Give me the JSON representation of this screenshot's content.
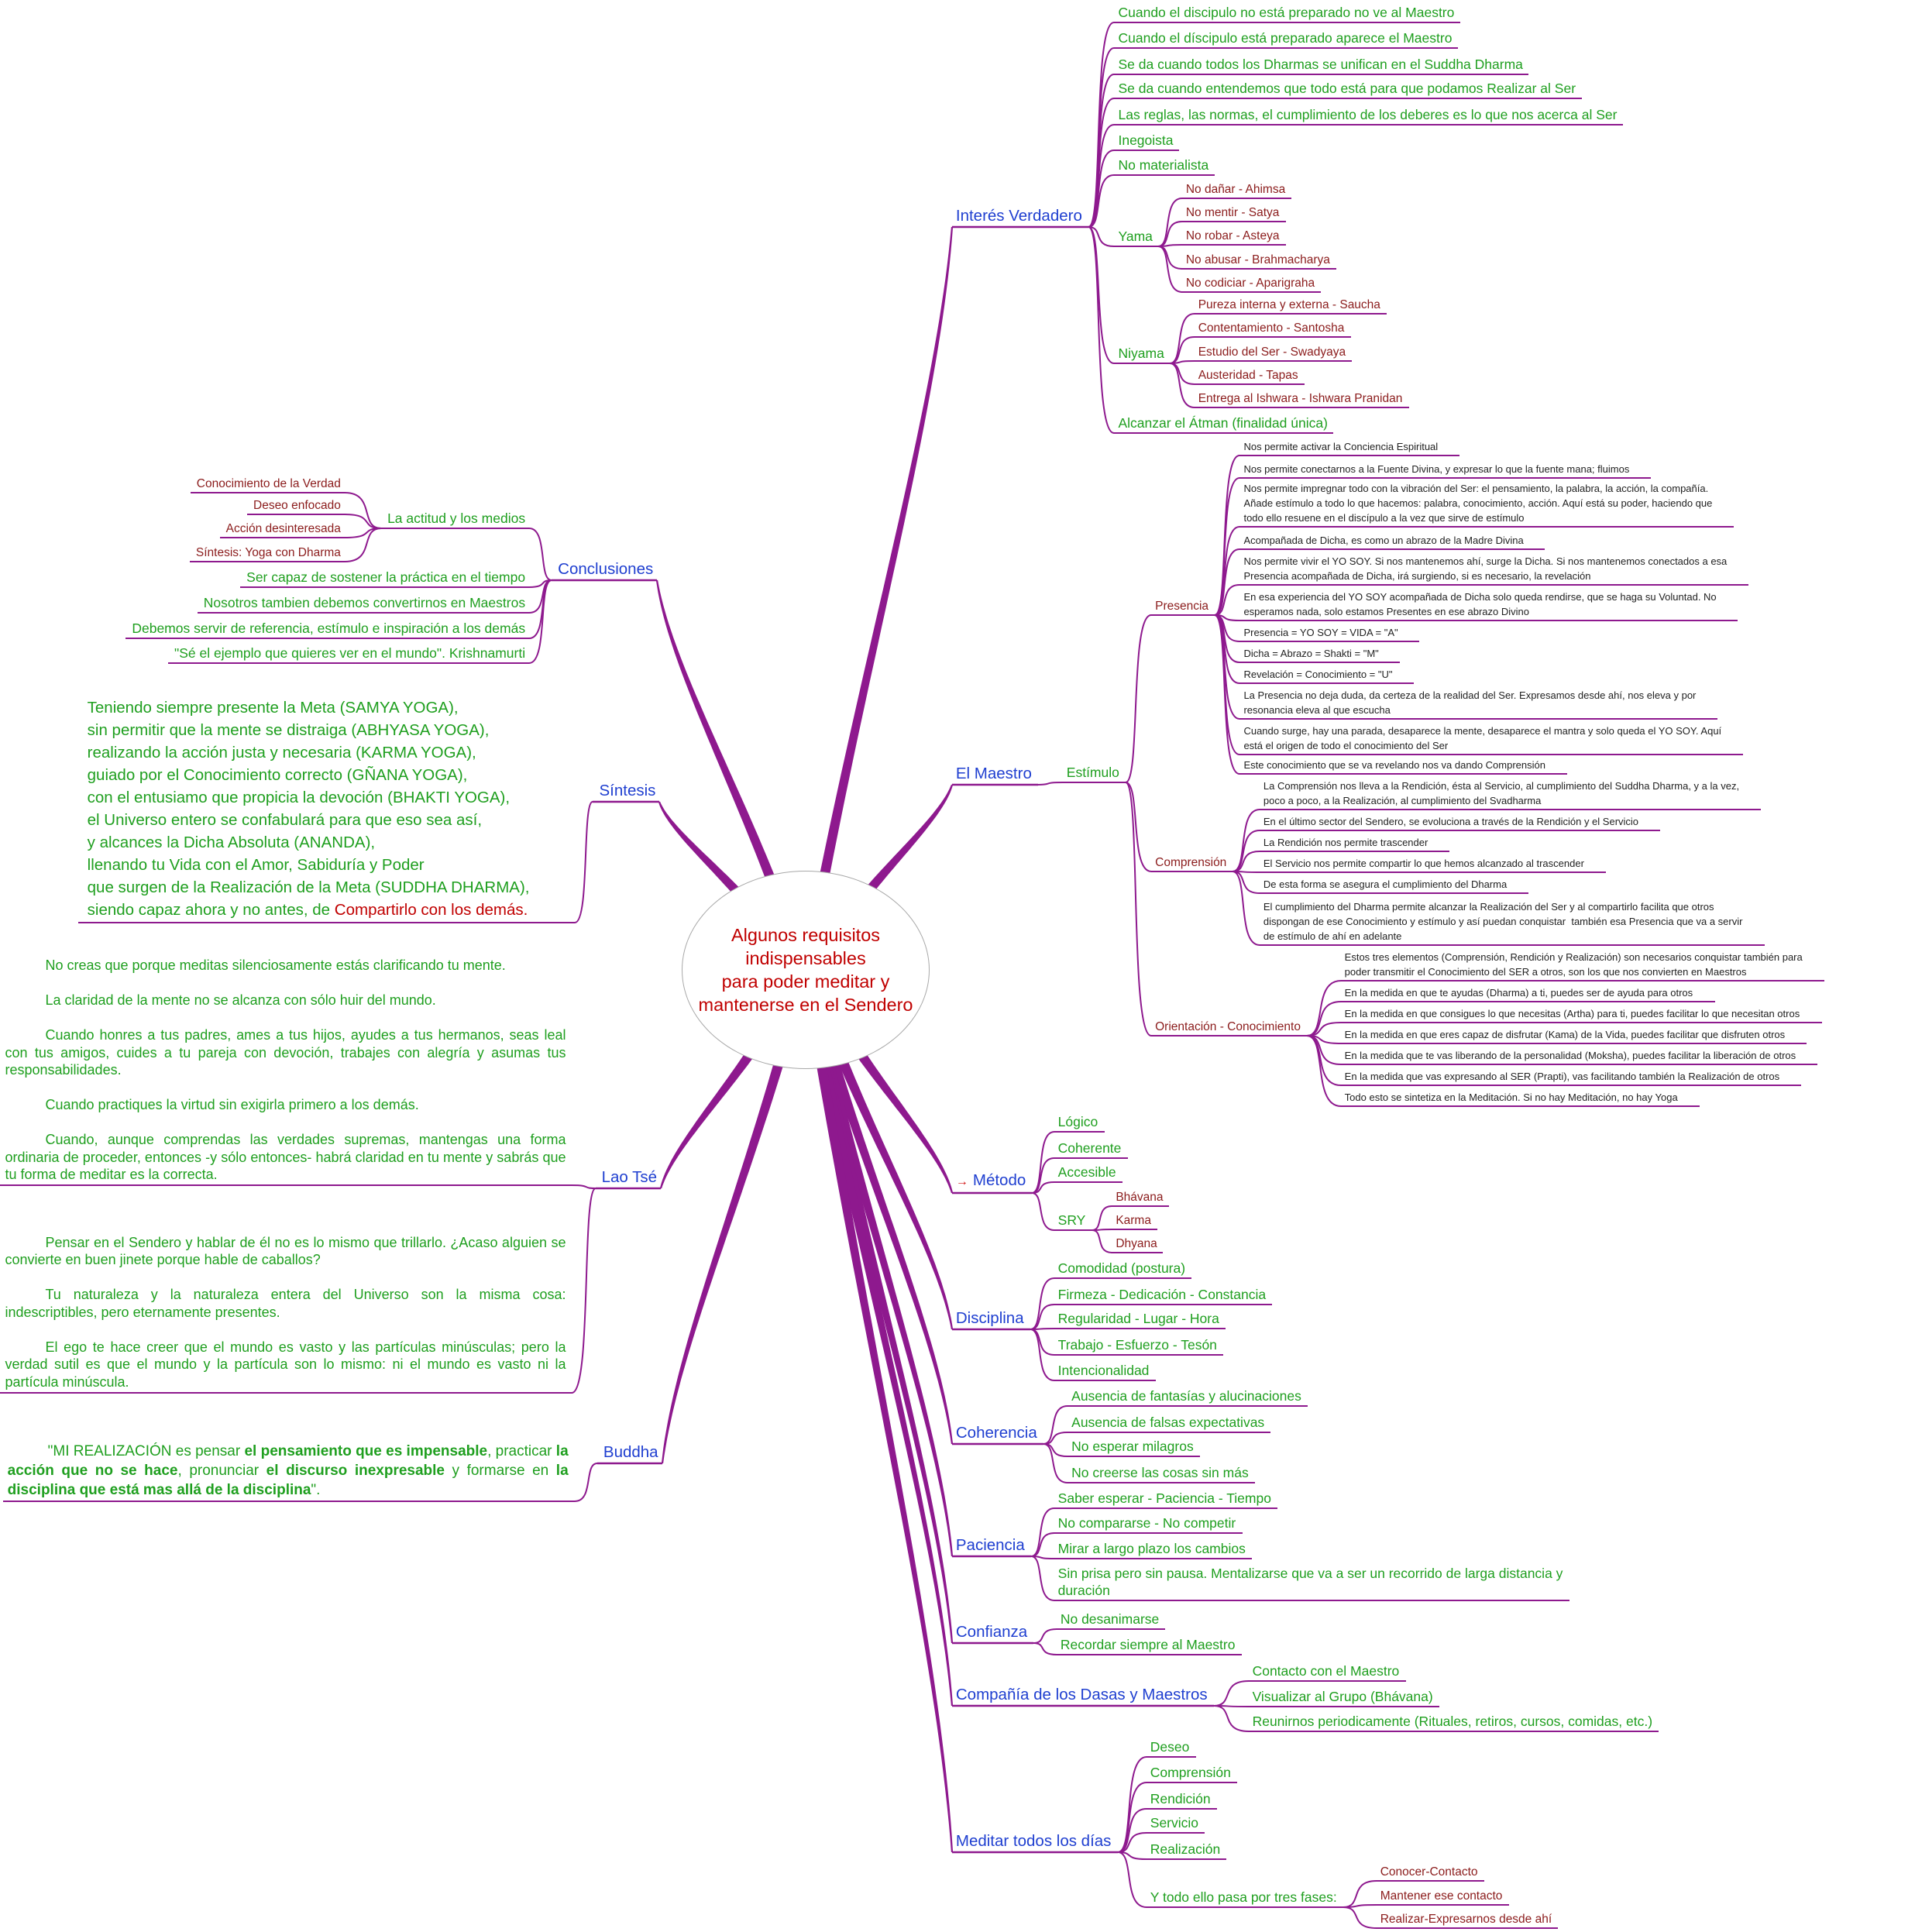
{
  "center": {
    "title_lines": [
      "Algunos requisitos",
      "indispensables",
      "para poder meditar y",
      "mantenerse en el Sendero"
    ]
  },
  "colors": {
    "branch": "#8e198e",
    "main_node": "#1f3fd0",
    "level1": "#1f9f1f",
    "level2": "#8b1c1c",
    "center_text": "#c00000"
  },
  "right": [
    {
      "label": "Interés Verdadero",
      "children": [
        {
          "label": "Cuando el discipulo no está preparado no ve al Maestro"
        },
        {
          "label": "Cuando el díscipulo está preparado aparece el Maestro"
        },
        {
          "label": "Se da cuando todos los Dharmas se unifican en el Suddha Dharma"
        },
        {
          "label": "Se da cuando entendemos que todo está para que podamos Realizar al Ser"
        },
        {
          "label": "Las reglas, las normas, el cumplimiento de los deberes es lo que nos acerca al Ser"
        },
        {
          "label": "Inegoista"
        },
        {
          "label": "No materialista"
        },
        {
          "label": "Yama",
          "children": [
            {
              "label": "No dañar - Ahimsa"
            },
            {
              "label": "No mentir - Satya"
            },
            {
              "label": "No robar - Asteya"
            },
            {
              "label": "No abusar - Brahmacharya"
            },
            {
              "label": "No codiciar - Aparigraha"
            }
          ]
        },
        {
          "label": "Niyama",
          "children": [
            {
              "label": "Pureza interna y externa - Saucha"
            },
            {
              "label": "Contentamiento - Santosha"
            },
            {
              "label": "Estudio del Ser - Swadyaya"
            },
            {
              "label": "Austeridad - Tapas"
            },
            {
              "label": "Entrega al Ishwara - Ishwara Pranidan"
            }
          ]
        },
        {
          "label": "Alcanzar el Átman (finalidad única)"
        }
      ]
    },
    {
      "label": "El Maestro",
      "children": [
        {
          "label": "Estímulo",
          "children": [
            {
              "label": "Presencia",
              "children": [
                {
                  "label": "Nos permite activar la Conciencia Espiritual"
                },
                {
                  "label": "Nos permite conectarnos a la Fuente Divina, y expresar lo que la fuente mana; fluimos"
                },
                {
                  "label": "Nos permite impregnar todo con la vibración del Ser: el pensamiento, la palabra, la acción, la compañía.\nAñade estímulo a todo lo que hacemos: palabra, conocimiento, acción. Aquí está su poder, haciendo que\ntodo ello resuene en el discípulo a la vez que sirve de estímulo"
                },
                {
                  "label": "Acompañada de Dicha, es como un abrazo de la Madre Divina"
                },
                {
                  "label": "Nos permite vivir el YO SOY. Si nos mantenemos ahí, surge la Dicha. Si nos mantenemos conectados a esa\nPresencia acompañada de Dicha, irá surgiendo, si es necesario, la revelación"
                },
                {
                  "label": "En esa experiencia del YO SOY acompañada de Dicha solo queda rendirse, que se haga su Voluntad. No\nesperamos nada, solo estamos Presentes en ese abrazo Divino"
                },
                {
                  "label": "Presencia = YO SOY = VIDA = \"A\""
                },
                {
                  "label": "Dicha = Abrazo = Shakti = \"M\""
                },
                {
                  "label": "Revelación = Conocimiento = \"U\""
                },
                {
                  "label": "La Presencia no deja duda, da certeza de la realidad del Ser. Expresamos desde ahí, nos eleva y por\nresonancia eleva al que escucha"
                },
                {
                  "label": "Cuando surge, hay una parada, desaparece la mente, desaparece el mantra y solo queda el YO SOY. Aquí\nestá el origen de todo el conocimiento del Ser"
                },
                {
                  "label": "Este conocimiento que se va revelando nos va dando Comprensión"
                }
              ]
            },
            {
              "label": "Comprensión",
              "children": [
                {
                  "label": "La Comprensión nos lleva a la Rendición, ésta al Servicio, al cumplimiento del Suddha Dharma, y a la vez,\npoco a poco, a la Realización, al cumplimiento del Svadharma"
                },
                {
                  "label": "En el último sector del Sendero, se evoluciona a través de la Rendición y el Servicio"
                },
                {
                  "label": "La Rendición nos permite trascender"
                },
                {
                  "label": "El Servicio nos permite compartir lo que hemos alcanzado al trascender"
                },
                {
                  "label": "De esta forma se asegura el cumplimiento del Dharma"
                },
                {
                  "label": "El cumplimiento del Dharma permite alcanzar la Realización del Ser y al compartirlo facilita que otros\ndispongan de ese Conocimiento y estímulo y así puedan conquistar  también esa Presencia que va a servir\nde estímulo de ahí en adelante"
                }
              ]
            },
            {
              "label": "Orientación - Conocimiento",
              "children": [
                {
                  "label": "Estos tres elementos (Comprensión, Rendición y Realización) son necesarios conquistar también para\npoder transmitir el Conocimiento del SER a otros, son los que nos convierten en Maestros"
                },
                {
                  "label": "En la medida en que te ayudas (Dharma) a ti, puedes ser de ayuda para otros"
                },
                {
                  "label": "En la medida en que consigues lo que necesitas (Artha) para ti, puedes facilitar lo que necesitan otros"
                },
                {
                  "label": "En la medida en que eres capaz de disfrutar (Kama) de la Vida, puedes facilitar que disfruten otros"
                },
                {
                  "label": "En la medida que te vas liberando de la personalidad (Moksha), puedes facilitar la liberación de otros"
                },
                {
                  "label": "En la medida que vas expresando al SER (Prapti), vas facilitando también la Realización de otros"
                },
                {
                  "label": "Todo esto se sintetiza en la Meditación. Si no hay Meditación, no hay Yoga"
                }
              ]
            }
          ]
        }
      ]
    },
    {
      "label": "Método",
      "icon": "→",
      "children": [
        {
          "label": "Lógico"
        },
        {
          "label": "Coherente"
        },
        {
          "label": "Accesible"
        },
        {
          "label": "SRY",
          "children": [
            {
              "label": "Bhávana"
            },
            {
              "label": "Karma"
            },
            {
              "label": "Dhyana"
            }
          ]
        }
      ]
    },
    {
      "label": "Disciplina",
      "children": [
        {
          "label": "Comodidad (postura)"
        },
        {
          "label": "Firmeza - Dedicación - Constancia"
        },
        {
          "label": "Regularidad - Lugar - Hora"
        },
        {
          "label": "Trabajo - Esfuerzo - Tesón"
        },
        {
          "label": "Intencionalidad"
        }
      ]
    },
    {
      "label": "Coherencia",
      "children": [
        {
          "label": "Ausencia de fantasías y alucinaciones"
        },
        {
          "label": "Ausencia de falsas expectativas"
        },
        {
          "label": "No esperar milagros"
        },
        {
          "label": "No creerse las cosas sin más"
        }
      ]
    },
    {
      "label": "Paciencia",
      "children": [
        {
          "label": "Saber esperar - Paciencia - Tiempo"
        },
        {
          "label": "No compararse - No competir"
        },
        {
          "label": "Mirar a largo plazo los cambios"
        },
        {
          "label": "Sin prisa pero sin pausa. Mentalizarse que va a ser un recorrido de larga distancia y\nduración"
        }
      ]
    },
    {
      "label": "Confianza",
      "children": [
        {
          "label": "No desanimarse"
        },
        {
          "label": "Recordar siempre al Maestro"
        }
      ]
    },
    {
      "label": "Compañía de los Dasas y Maestros",
      "children": [
        {
          "label": "Contacto con el Maestro"
        },
        {
          "label": "Visualizar al Grupo (Bhávana)"
        },
        {
          "label": "Reunirnos periodicamente (Rituales, retiros, cursos, comidas, etc.)"
        }
      ]
    },
    {
      "label": "Meditar todos los días",
      "children": [
        {
          "label": "Deseo"
        },
        {
          "label": "Comprensión"
        },
        {
          "label": "Rendición"
        },
        {
          "label": "Servicio"
        },
        {
          "label": "Realización"
        },
        {
          "label": "Y todo ello pasa por tres fases:",
          "children": [
            {
              "label": "Conocer-Contacto"
            },
            {
              "label": "Mantener ese contacto"
            },
            {
              "label": "Realizar-Expresarnos desde ahí"
            }
          ]
        }
      ]
    }
  ],
  "left": [
    {
      "label": "Conclusiones",
      "children": [
        {
          "label": "La actitud y los medios",
          "children": [
            {
              "label": "Conocimiento de la Verdad"
            },
            {
              "label": "Deseo enfocado"
            },
            {
              "label": "Acción desinteresada"
            },
            {
              "label": "Síntesis: Yoga con Dharma"
            }
          ]
        },
        {
          "label": "Ser capaz de sostener la práctica en el tiempo"
        },
        {
          "label": "Nosotros tambien debemos convertirnos en Maestros"
        },
        {
          "label": "Debemos servir de referencia, estímulo e inspiración a los demás"
        },
        {
          "label": "\"Sé el ejemplo que quieres ver en el mundo\". Krishnamurti"
        }
      ]
    },
    {
      "label": "Síntesis",
      "children": [
        {
          "lines": [
            "Teniendo siempre presente la Meta (SAMYA YOGA),",
            "sin permitir que la mente se distraiga (ABHYASA YOGA),",
            "realizando la acción justa y necesaria (KARMA YOGA),",
            "guiado por el Conocimiento correcto (GÑANA YOGA),",
            "con el entusiamo que propicia la devoción (BHAKTI YOGA),",
            "el Universo entero se confabulará para que eso sea así,",
            "y alcances la Dicha Absoluta (ANANDA),",
            "llenando tu Vida con el Amor, Sabiduría y Poder",
            "que surgen de la Realización de la Meta (SUDDHA DHARMA),"
          ],
          "last_prefix": "siendo capaz ahora y no antes, de ",
          "highlight": "Compartirlo con los demás."
        }
      ]
    },
    {
      "label": "Lao Tsé",
      "children": [
        {
          "paragraphs": [
            "No creas que porque meditas silenciosamente estás clarificando tu mente.",
            "La claridad de la mente no se alcanza con sólo huir del mundo.",
            "Cuando honres a tus padres, ames a tus hijos, ayudes a tus hermanos, seas leal  con tus amigos, cuides a tu pareja con devoción, trabajes con alegría y asumas tus responsabilidades.",
            "Cuando practiques la virtud sin exigirla primero a los demás.",
            "Cuando, aunque comprendas las verdades supremas, mantengas una forma ordinaria de proceder, entonces -y sólo entonces- habrá claridad en tu mente y sabrás que tu forma de meditar es la correcta."
          ]
        },
        {
          "paragraphs": [
            "Pensar en el Sendero y hablar de él no es lo mismo que trillarlo. ¿Acaso alguien  se convierte en buen jinete porque hable de caballos?",
            "Tu naturaleza y la naturaleza entera del Universo son la misma cosa: indescriptibles, pero eternamente presentes.",
            "El ego te hace creer que el mundo es vasto y las partículas minúsculas; pero la  verdad sutil es que el mundo y la partícula  son lo mismo: ni  el mundo es vasto ni  la partícula minúscula."
          ]
        }
      ]
    },
    {
      "label": "Buddha",
      "children": [
        {
          "segments": [
            {
              "text": "\"MI REALIZACIÓN es pensar ",
              "bold": false
            },
            {
              "text": "el pensamiento que es impensable",
              "bold": true
            },
            {
              "text": ", practicar ",
              "bold": false
            },
            {
              "text": "la acción que no se hace",
              "bold": true
            },
            {
              "text": ", pronunciar ",
              "bold": false
            },
            {
              "text": "el discurso inexpresable",
              "bold": true
            },
            {
              "text": " y formarse en ",
              "bold": false
            },
            {
              "text": "la disciplina que está mas allá de la disciplina",
              "bold": true
            },
            {
              "text": "\".",
              "bold": false
            }
          ]
        }
      ]
    }
  ]
}
